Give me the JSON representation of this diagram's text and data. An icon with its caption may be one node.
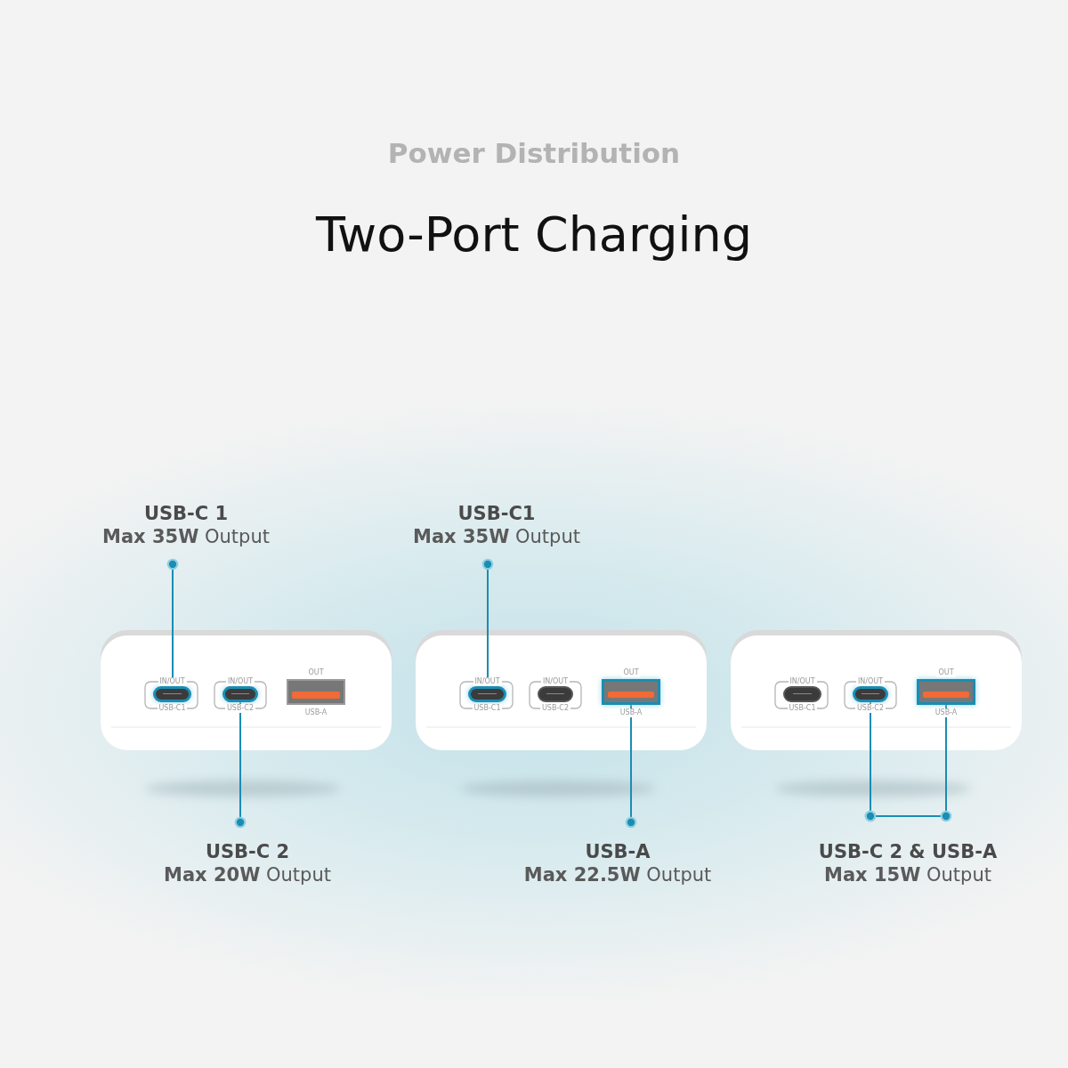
{
  "diagram": {
    "title": "Two-Port Charging",
    "nodes": [
      {
        "text": [
          "USB-C 1",
          "**Max 35W** Output"
        ]
      },
      {
        "text": [
          "USB-C1",
          "**Max 35W** Output"
        ]
      },
      {
        "text": [],
        "shape": "box",
        "beside": [
          "IN/OUT",
          "USB-C1"
        ]
      },
      {
        "text": [],
        "shape": "box",
        "beside": [
          "IN/OUT",
          "USB-C2"
        ]
      },
      {
        "text": [],
        "shape": "box",
        "beside": [
          "OUT",
          "USB-A"
        ]
      },
      {
        "text": [],
        "shape": "box",
        "beside": [
          "IN/OUT",
          "USB-C1"
        ]
      },
      {
        "text": [],
        "shape": "box",
        "beside": [
          "IN/OUT",
          "USB-C2"
        ]
      },
      {
        "text": [],
        "shape": "box",
        "beside": [
          "OUT",
          "USB-A"
        ]
      },
      {
        "text": [],
        "shape": "box",
        "beside": [
          "IN/OUT",
          "USB-C1"
        ]
      },
      {
        "text": [],
        "shape": "box",
        "beside": [
          "IN/OUT",
          "USB-C2"
        ]
      },
      {
        "text": [],
        "shape": "box",
        "beside": [
          "OUT",
          "USB-A"
        ]
      },
      {
        "text": [
          "USB-C 2",
          "**Max 20W** Output"
        ]
      },
      {
        "text": [
          "USB-A",
          "**Max 22.5W** Output"
        ]
      },
      {
        "text": [
          "USB-C 2 & USB-A",
          "**Max 15W** Output"
        ]
      }
    ],
    "edges": [
      {
        "from": 0,
        "to": 2,
        "arrow": "other"
      },
      {
        "from": 1,
        "to": 5,
        "arrow": "other"
      },
      {
        "from": 11,
        "to": 3,
        "arrow": "other"
      },
      {
        "from": 12,
        "to": 7,
        "arrow": "other"
      },
      {
        "from": 13,
        "to": 9,
        "arrow": "other"
      },
      {
        "from": 13,
        "to": 10,
        "arrow": "other"
      }
    ],
    "labels": [
      "Power Distribution"
    ]
  }
}
